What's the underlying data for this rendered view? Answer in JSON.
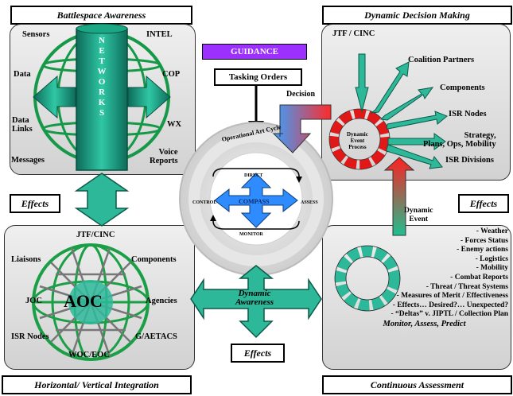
{
  "titles": {
    "battlespace": "Battlespace Awareness",
    "dynamic_decision": "Dynamic Decision Making",
    "integration": "Horizontal/ Vertical Integration",
    "continuous": "Continuous Assessment"
  },
  "top_left": {
    "labels": [
      "Sensors",
      "INTEL",
      "Data",
      "COP",
      "Data\nLinks",
      "WX",
      "Messages",
      "Voice\nReports"
    ],
    "networks": "NETWORKS"
  },
  "center_top": {
    "guidance": "GUIDANCE",
    "tasking_orders": "Tasking Orders"
  },
  "center_cycle": {
    "ring": "Operational Art Cycle",
    "center": "COMPASS",
    "direct": "DIRECT",
    "control": "CONTROL",
    "assess": "ASSESS",
    "monitor": "MONITOR"
  },
  "top_right": {
    "decision": "Decision",
    "cycle_label": "Dynamic\nEvent\nProcess",
    "items": [
      "JTF / CINC",
      "Coalition Partners",
      "Components",
      "ISR Nodes",
      "Strategy,\nPlans, Ops, Mobility",
      "ISR Divisions"
    ]
  },
  "effects": {
    "left": "Effects",
    "right": "Effects",
    "bottom": "Effects"
  },
  "dynamic_event": "Dynamic\nEvent",
  "bottom_left": {
    "center": "AOC",
    "labels": [
      "JTF/CINC",
      "Liaisons",
      "Components",
      "JOC",
      "Agencies",
      "ISR Nodes",
      "G/AETACS",
      "WOC/EOC"
    ]
  },
  "dynamic_awareness": "Dynamic\nAwareness",
  "bottom_right": {
    "items": [
      "- Weather",
      "- Forces Status",
      "- Enemy actions",
      "- Logistics",
      "- Mobility",
      "- Combat Reports",
      "- Threat / Threat Systems",
      "- Measures of Merit / Effectiveness",
      "- Effects… Desired?… Unexpected?",
      "- “Deltas” v. JIPTL / Collection Plan"
    ],
    "footer": "Monitor, Assess, Predict"
  },
  "colors": {
    "guidance_bg": "#9b30ff",
    "teal": "#2eb89a",
    "network_green": "#1c8c5a",
    "red": "#e01818",
    "blue": "#2f8cff"
  }
}
